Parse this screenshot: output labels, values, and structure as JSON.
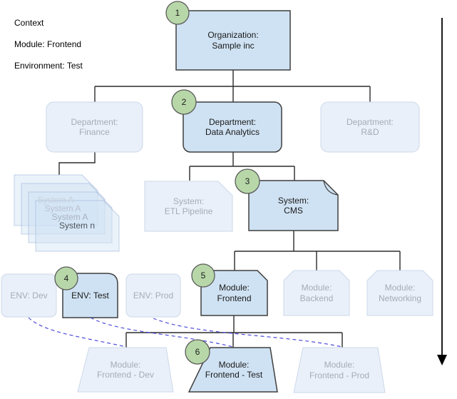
{
  "context_note": {
    "title": "Context",
    "module_line": "Module: Frontend",
    "environment_line": "Environment: Test"
  },
  "badges": {
    "b1": "1",
    "b2": "2",
    "b3": "3",
    "b4": "4",
    "b5": "5",
    "b6": "6"
  },
  "nodes": {
    "organization": {
      "label": "Organization:\nSample inc"
    },
    "dept_finance": {
      "label": "Department:\nFinance"
    },
    "dept_analytics": {
      "label": "Department:\nData Analytics"
    },
    "dept_rd": {
      "label": "Department:\nR&D"
    },
    "sys_etl": {
      "label": "System:\nETL Pipeline"
    },
    "sys_cms": {
      "label": "System:\nCMS"
    },
    "env_dev": {
      "label": "ENV: Dev"
    },
    "env_test": {
      "label": "ENV: Test"
    },
    "env_prod": {
      "label": "ENV: Prod"
    },
    "mod_frontend": {
      "label": "Module:\nFrontend"
    },
    "mod_backend": {
      "label": "Module:\nBackend"
    },
    "mod_networking": {
      "label": "Module:\nNetworking"
    },
    "leaf_dev": {
      "label": "Module:\nFrontend - Dev"
    },
    "leaf_test": {
      "label": "Module:\nFrontend - Test"
    },
    "leaf_prod": {
      "label": "Module:\nFrontend - Prod"
    }
  },
  "system_stack": {
    "labels": [
      "System A",
      "System A",
      "System A",
      "System n"
    ]
  },
  "colors": {
    "active_fill": "#cfe2f3",
    "active_border": "#3f3f3f",
    "faded_fill": "#e9f0fa",
    "faded_border": "#ccd8e8",
    "faded_text": "#a4acb6",
    "badge_fill": "#b7d7a8",
    "badge_border": "#5b5b5b",
    "connector": "#2b2b2b",
    "dashed_link": "#4c4cdb"
  }
}
